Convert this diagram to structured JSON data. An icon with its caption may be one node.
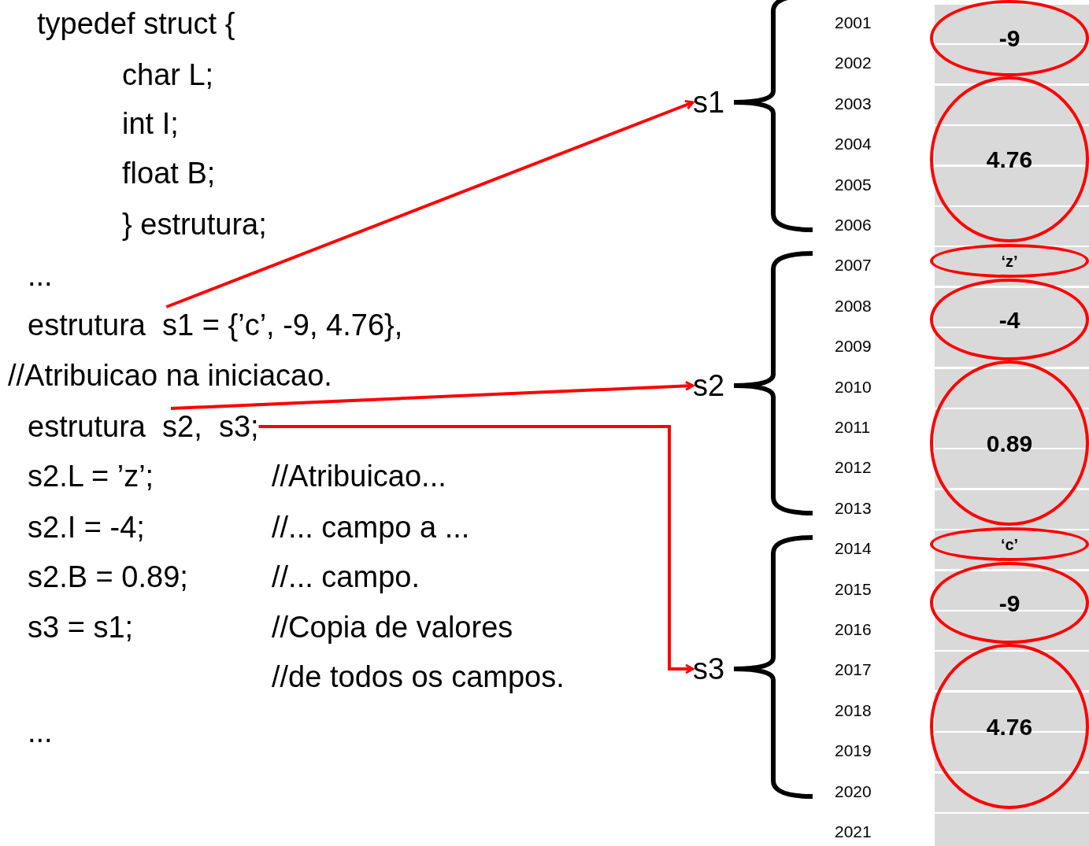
{
  "diagram": {
    "nodes": [
      {
        "text": [
          "estrutura  s1 = {’c’, -9, 4.76},"
        ]
      },
      {
        "text": [
          "estrutura  s2,  s3;"
        ]
      },
      {
        "text": [
          "s1"
        ]
      },
      {
        "text": [
          "s2"
        ]
      },
      {
        "text": [
          "s3"
        ]
      },
      {
        "text": [
          "-9"
        ]
      },
      {
        "text": [
          "4.76"
        ]
      },
      {
        "text": [
          "‘z’"
        ]
      },
      {
        "text": [
          "-4"
        ]
      },
      {
        "text": [
          "0.89"
        ]
      },
      {
        "text": [
          "‘c’"
        ]
      },
      {
        "text": [
          "-9"
        ]
      },
      {
        "text": [
          "4.76"
        ]
      }
    ],
    "edges": [
      {
        "from": 0,
        "to": 2,
        "arrow": "to",
        "color": "#ff0000"
      },
      {
        "from": 1,
        "to": 3,
        "arrow": "to",
        "color": "#ff0000"
      },
      {
        "from": 1,
        "to": 4,
        "arrow": "to",
        "color": "#ff0000"
      }
    ],
    "labels": [
      "typedef struct {",
      "char L;",
      "int I;",
      "float B;",
      "} estrutura;",
      "...",
      "//Atribuicao na iniciacao.",
      "s2.L = ’z’;",
      "//Atribuicao...",
      "s2.I = -4;",
      "//... campo a ...",
      "s2.B = 0.89;",
      "//... campo.",
      "s3 = s1;",
      "//Copia de valores",
      "//de todos os campos.",
      "...",
      "2001",
      "2002",
      "2003",
      "2004",
      "2005",
      "2006",
      "2007",
      "2008",
      "2009",
      "2010",
      "2011",
      "2012",
      "2013",
      "2014",
      "2015",
      "2016",
      "2017",
      "2018",
      "2019",
      "2020",
      "2021"
    ]
  }
}
